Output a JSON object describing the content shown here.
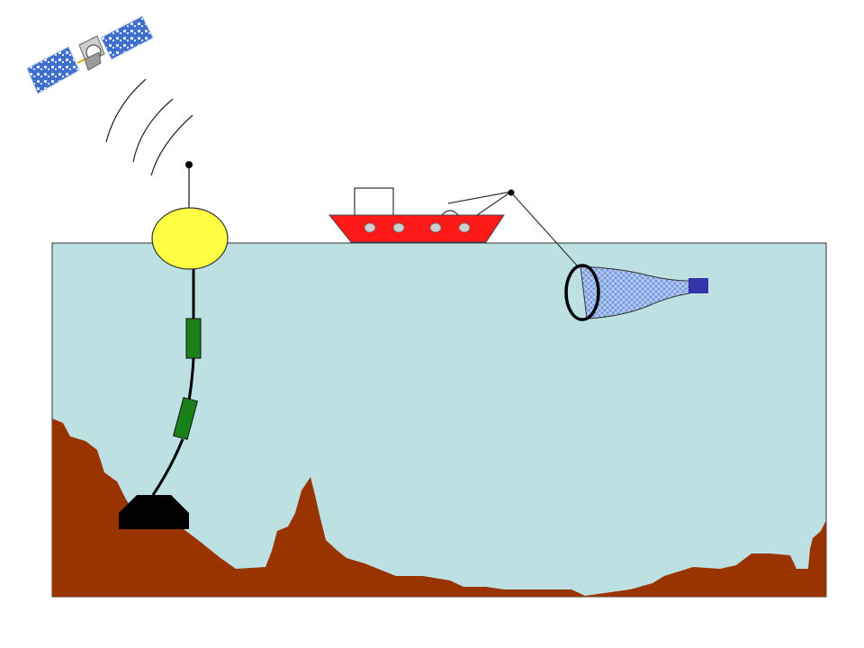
{
  "scene": {
    "description_visible_text": "",
    "colors": {
      "water": "#bde1e3",
      "seabed": "#993300",
      "buoy": "#ffff44",
      "sensor": "#1a8019",
      "anchor": "#000000",
      "ship_hull": "#ff1a1a",
      "porthole": "#cfcfcf",
      "net_mesh": "#7a9ee0",
      "net_codend": "#3333aa",
      "satellite_panel": "#4a7fd6",
      "satellite_body": "#c8c8c8"
    },
    "elements": {
      "satellite": "satellite-icon",
      "signal": "signal-waves-icon",
      "buoy": "buoy",
      "mooring": "mooring-line",
      "sensors": 2,
      "anchor": "anchor-weight",
      "ship": "research-ship",
      "net": "plankton-net"
    }
  }
}
